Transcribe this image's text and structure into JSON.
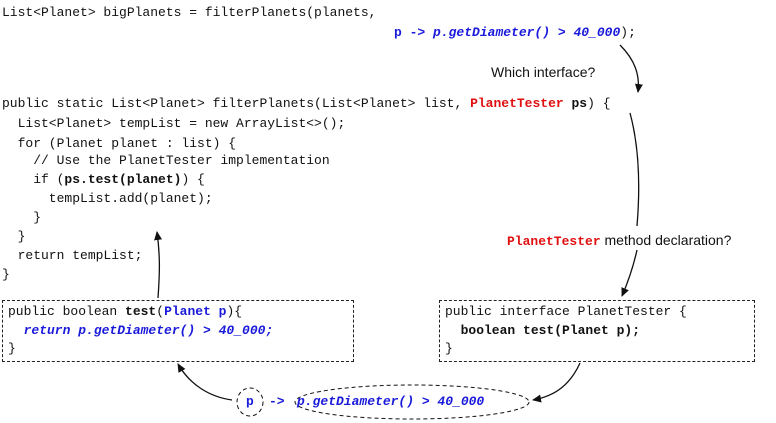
{
  "call_code": {
    "line1": "List<Planet> bigPlanets = filterPlanets(planets,",
    "lambda_param": "p",
    "lambda_arrow": " -> ",
    "lambda_body": "p.getDiameter() > 40_000",
    "line2_end": ");"
  },
  "question_interface": "Which interface?",
  "method_code": {
    "sig_prefix": "public static List<Planet> filterPlanets(List<Planet> list, ",
    "sig_type": "PlanetTester",
    "sig_param": " ps",
    "sig_suffix": ") {",
    "line2": "  List<Planet> tempList = new ArrayList<>();",
    "line3": "  for (Planet planet : list) {",
    "line4": "    // Use the PlanetTester implementation",
    "line5_prefix": "    if (",
    "line5_call": "ps.test(planet)",
    "line5_suffix": ") {",
    "line6": "      tempList.add(planet);",
    "line7": "    }",
    "line8": "  }",
    "line9": "  return tempList;",
    "line10": "}"
  },
  "question_method": {
    "type_name": "PlanetTester",
    "text": " method declaration?"
  },
  "impl_box": {
    "line1_prefix": "public boolean ",
    "line1_method": "test",
    "line1_paren": "(",
    "line1_param": "Planet p",
    "line1_suffix": "){",
    "line2": "  return p.getDiameter() > 40_000;",
    "line3": "}"
  },
  "interface_box": {
    "line1": "public interface PlanetTester {",
    "line2": "  boolean test(Planet p);",
    "line3": "}"
  },
  "lambda_bubble": {
    "param": "p",
    "arrow": "->",
    "body": "p.getDiameter() > 40_000"
  },
  "colors": {
    "lambda_blue": "#1a1adb",
    "type_red": "#e01010",
    "text": "#111111",
    "border": "#222222"
  }
}
